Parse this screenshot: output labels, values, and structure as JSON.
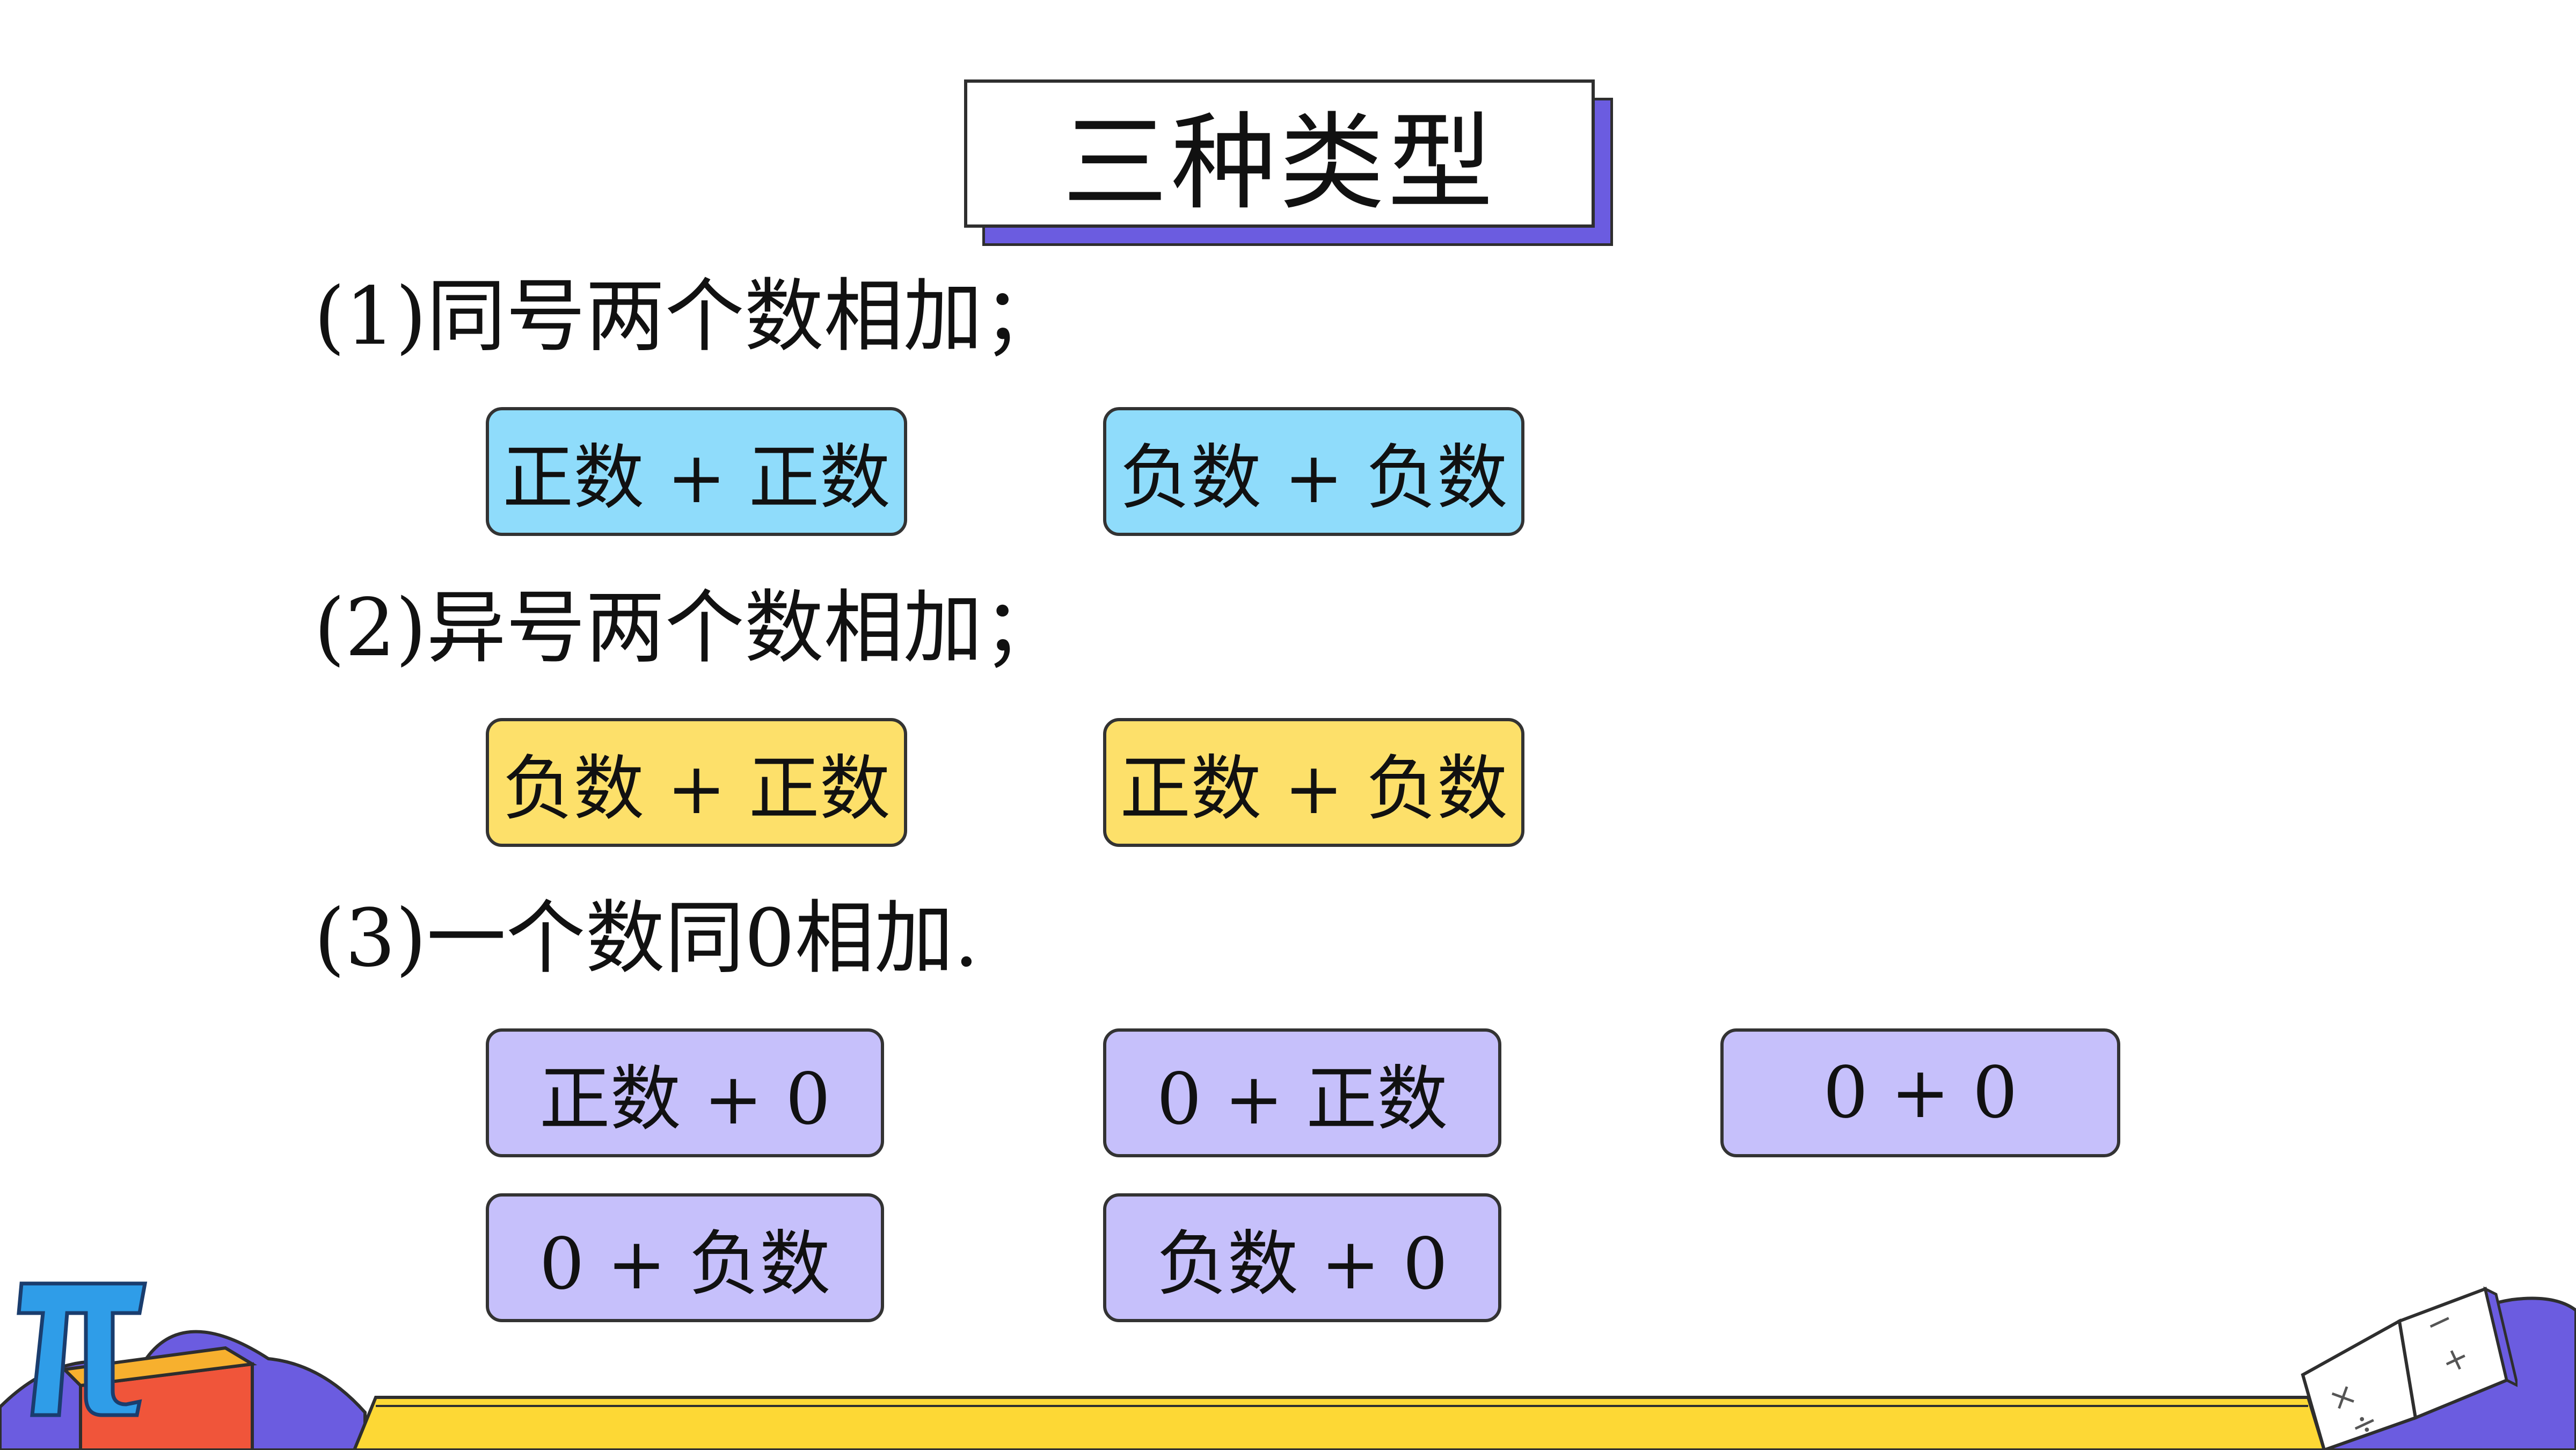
{
  "title": "三种类型",
  "sections": [
    {
      "heading": "(1)同号两个数相加；",
      "chips": [
        "正数 + 正数",
        "负数 + 负数"
      ]
    },
    {
      "heading": "(2)异号两个数相加；",
      "chips": [
        "负数 + 正数",
        "正数 + 负数"
      ]
    },
    {
      "heading": "(3)一个数同0相加.",
      "chips": [
        "正数 + 0",
        "0 + 正数",
        "0 + 0",
        "0 + 负数",
        "负数 + 0"
      ]
    }
  ],
  "icons": [
    "pi-icon",
    "open-book-icon"
  ],
  "colors": {
    "blue_chip": "#8fdcfb",
    "yellow_chip": "#fde06a",
    "purple_chip": "#c6c0fb",
    "title_shadow": "#6b5ce0",
    "footer_yellow": "#fdd835",
    "footer_purple": "#6b5ce0"
  }
}
